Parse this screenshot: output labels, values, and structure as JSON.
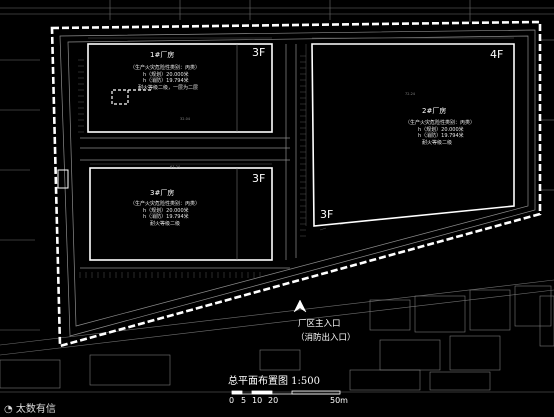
{
  "buildings": [
    {
      "id": "b1",
      "name": "1#厂房",
      "floors": "3F",
      "note1": "（生产火灾危险性类别：丙类）",
      "note2": "h（规划）20.000米",
      "note3": "h（消防）19.794米",
      "note4": "耐火等级二级，一层为二层",
      "dim": "32.04"
    },
    {
      "id": "b2",
      "name": "2#厂房",
      "floors": "4F",
      "floors_low": "3F",
      "note1": "（生产火灾危险性类别：丙类）",
      "note2": "h（规划）20.000米",
      "note3": "h（消防）19.794米",
      "note4": "耐火等级二级",
      "dim": "72.24"
    },
    {
      "id": "b3",
      "name": "3#厂房",
      "floors": "3F",
      "note1": "（生产火灾危险性类别：丙类）",
      "note2": "h（规划）20.000米",
      "note3": "h（消防）19.794米",
      "note4": "耐火等级二级",
      "dim": "67.24"
    }
  ],
  "gate": {
    "line1": "厂区主入口",
    "line2": "（消防出入口）"
  },
  "plan_title": "总平面布置图 1:500",
  "scale_labels": [
    "0",
    "5",
    "10",
    "20",
    "50m"
  ],
  "logo": {
    "text": "太数有信"
  },
  "colors": {
    "bg": "#000000",
    "line": "#ffffff",
    "road": "#9a9a9a",
    "dim": "#6a6a6a"
  }
}
